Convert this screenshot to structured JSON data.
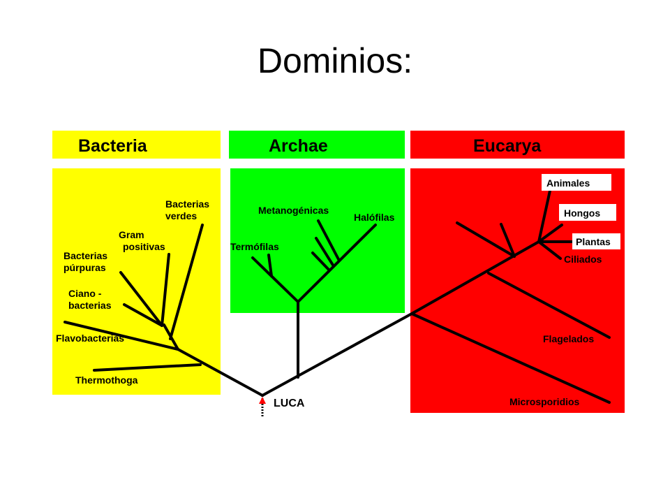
{
  "slide": {
    "title": "Dominios:"
  },
  "colors": {
    "bacteria": "#ffff00",
    "archae": "#00ff00",
    "eucarya": "#ff0000",
    "root_marker": "#ff0000"
  },
  "domains": {
    "bacteria": {
      "name": "Bacteria"
    },
    "archae": {
      "name": "Archae"
    },
    "eucarya": {
      "name": "Eucarya"
    }
  },
  "labels": {
    "bacterias_verdes": [
      "Bacterias",
      "verdes"
    ],
    "gram_positivas": [
      "Gram",
      "positivas"
    ],
    "bacterias_purpuras": [
      "Bacterias",
      "púrpuras"
    ],
    "ciano_bacterias": [
      "Ciano -",
      "bacterias"
    ],
    "flavobacterias": "Flavobacterias",
    "thermothoga": "Thermothoga",
    "metanogenicas": "Metanogénicas",
    "halofilas": "Halófilas",
    "termofilas": "Termófilas",
    "animales": "Animales",
    "hongos": "Hongos",
    "plantas": "Plantas",
    "ciliados": "Ciliados",
    "flagelados": "Flagelados",
    "microsporidios": "Microsporidios",
    "luca": "LUCA"
  }
}
